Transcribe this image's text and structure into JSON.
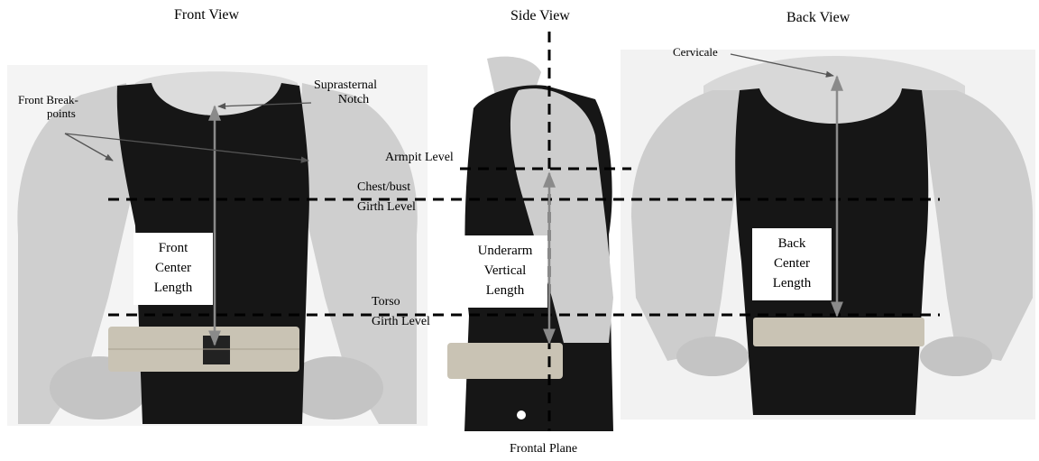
{
  "views": {
    "front": "Front View",
    "side": "Side View",
    "back": "Back View"
  },
  "labels": {
    "suprasternal_line1": "Suprasternal",
    "suprasternal_line2": "Notch",
    "front_break_line1": "Front Break-",
    "front_break_line2": "points",
    "armpit": "Armpit Level",
    "chest_line1": "Chest/bust",
    "chest_line2": "Girth Level",
    "torso_line1": "Torso",
    "torso_line2": "Girth Level",
    "cervicale": "Cervicale",
    "frontal_plane": "Frontal Plane"
  },
  "boxes": {
    "front": [
      "Front",
      "Center",
      "Length"
    ],
    "side": [
      "Underarm",
      "Vertical",
      "Length"
    ],
    "back": [
      "Back",
      "Center",
      "Length"
    ]
  },
  "colors": {
    "shirt": "#161616",
    "skin_light": "#d6d6d6",
    "skin_mid": "#b8b8b8",
    "belt": "#c9c3b4",
    "arrow": "#8a8a8a",
    "dashed": "#000000"
  }
}
